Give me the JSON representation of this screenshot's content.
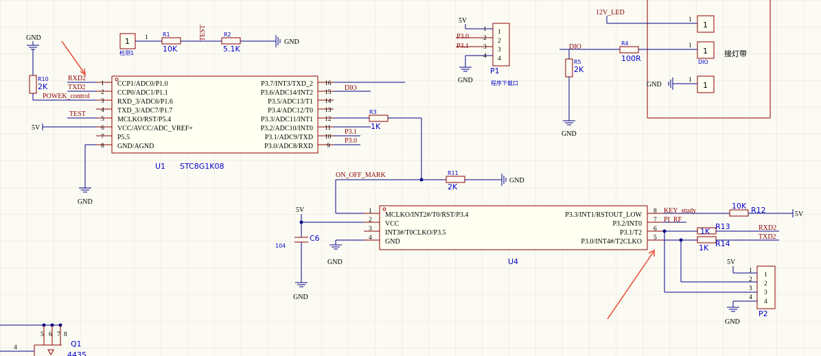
{
  "u1": {
    "designator": "U1",
    "part": "STC8G1K08",
    "left_pins": [
      {
        "num": "1",
        "name": "CCP1/ADC0/P1.0"
      },
      {
        "num": "2",
        "name": "CCP0/ADC1/P1.1"
      },
      {
        "num": "3",
        "name": "RXD_3/ADC6/P1.6"
      },
      {
        "num": "4",
        "name": "TXD_3/ADC7/P1.7"
      },
      {
        "num": "5",
        "name": "MCLKO/RST/P5.4"
      },
      {
        "num": "6",
        "name": "VCC/AVCC/ADC_VREF+"
      },
      {
        "num": "7",
        "name": "P5.5"
      },
      {
        "num": "8",
        "name": "GND/AGND"
      }
    ],
    "right_pins": [
      {
        "num": "16",
        "name": "P3.7/INT3/TXD_2"
      },
      {
        "num": "15",
        "name": "P3.6/ADC14/INT2"
      },
      {
        "num": "14",
        "name": "P3.5/ADC13/T1"
      },
      {
        "num": "13",
        "name": "P3.4/ADC12/T0"
      },
      {
        "num": "12",
        "name": "P3.3/ADC11/INT1"
      },
      {
        "num": "11",
        "name": "P3.2/ADC10/INT0"
      },
      {
        "num": "10",
        "name": "P3.1/ADC9/TXD"
      },
      {
        "num": "9",
        "name": "P3.0/ADC8/RXD"
      }
    ],
    "nets_left": [
      "RXD2",
      "TXD2",
      "POWEK_control",
      "TEST",
      "5V"
    ],
    "nets_right": [
      "DIO",
      "P3.1",
      "P3.0"
    ]
  },
  "u4": {
    "designator": "U4",
    "left_pins": [
      {
        "num": "1",
        "name": "MCLKO/INT2#/T0/RST/P3.4"
      },
      {
        "num": "2",
        "name": "VCC"
      },
      {
        "num": "3",
        "name": "INT3#/T0CLKO/P3.5"
      },
      {
        "num": "4",
        "name": "GND"
      }
    ],
    "right_pins": [
      {
        "num": "8",
        "name": "P3.3/INT1/RSTOUT_LOW"
      },
      {
        "num": "7",
        "name": "P3.2/INT0"
      },
      {
        "num": "6",
        "name": "P3.1/T2"
      },
      {
        "num": "5",
        "name": "P3.0/INT4#/T2CLKO"
      }
    ],
    "nets": [
      "KEY_study",
      "PI_RF",
      "RXD2",
      "TXD2",
      "ON_OFF_MARK"
    ]
  },
  "resistors": [
    {
      "ref": "R1",
      "value": "10K"
    },
    {
      "ref": "R2",
      "value": "5.1K"
    },
    {
      "ref": "R3",
      "value": "1K"
    },
    {
      "ref": "R4",
      "value": "100R"
    },
    {
      "ref": "R5",
      "value": "2K"
    },
    {
      "ref": "R10",
      "value": "2K"
    },
    {
      "ref": "R11",
      "value": "2K"
    },
    {
      "ref": "R12",
      "value": "10K"
    },
    {
      "ref": "R13",
      "value": "1K"
    },
    {
      "ref": "R14",
      "value": "1K"
    }
  ],
  "c6": {
    "ref": "C6",
    "value": "104"
  },
  "p1": {
    "ref": "P1",
    "label": "程序下载口",
    "nets": [
      "5V",
      "P3.0",
      "P3.1"
    ],
    "pins": [
      "1",
      "2",
      "3",
      "4"
    ],
    "wire_pins": [
      "1",
      "2",
      "3",
      "4"
    ]
  },
  "p2": {
    "ref": "P2",
    "pins": [
      "1",
      "2",
      "3",
      "4"
    ],
    "wire_pins": [
      "1",
      "2",
      "3",
      "4"
    ]
  },
  "probe": {
    "label": "检测1",
    "pin": "1",
    "wire_pin": "1",
    "net": "TEST"
  },
  "strip": {
    "label": "接灯带",
    "net_12v": "12V_LED",
    "net_dio": "DIO",
    "dio_small": "DIO",
    "pins": [
      "1",
      "1",
      "1"
    ],
    "wire_pins": [
      "1",
      "1",
      "1"
    ]
  },
  "power": {
    "gnd": "GND",
    "vcc": "5V"
  },
  "q1": {
    "ref": "Q1",
    "part": "4435",
    "pin": "4",
    "nums": [
      "5",
      "6",
      "7",
      "8"
    ]
  }
}
